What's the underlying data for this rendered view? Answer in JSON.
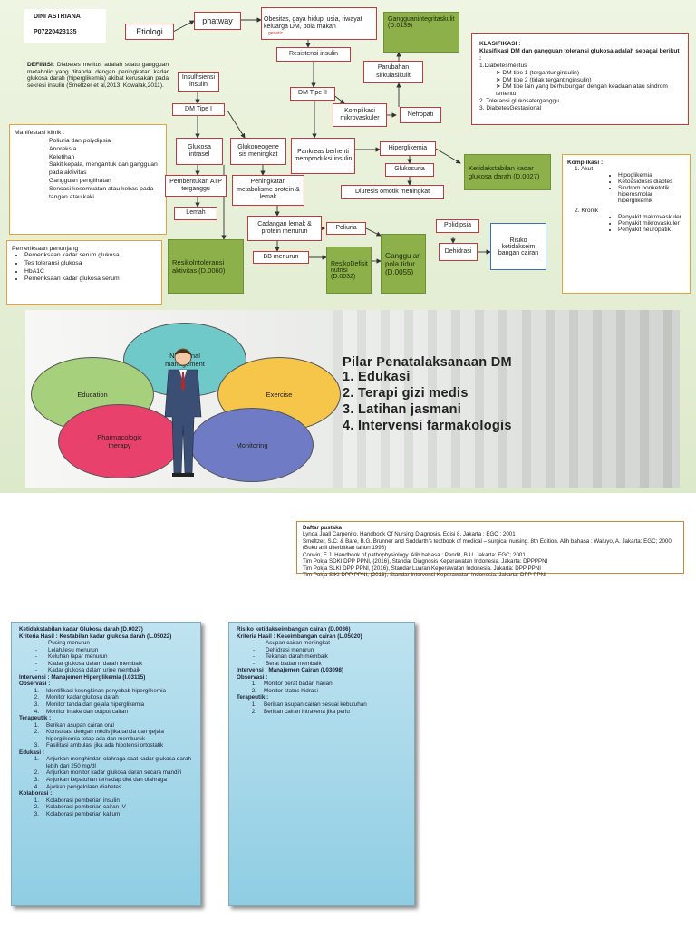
{
  "header": {
    "name": "DINI ASTRIANA",
    "nim": "P07220423135",
    "etiologi": "Etiologi",
    "pathway": "phatway"
  },
  "definisi": {
    "label": "DEFINISI:",
    "text": "Diabetes melitus adalah suatu gangguan metabolic yang ditandai dengan peningkatan kadar glukosa darah (hiperglikemia) akibat kerusakan pada sekresi insulin (Smeltzer et al,2013; Kowalak,2011)."
  },
  "manifestasi": {
    "title": "Manifestasi klinik :",
    "items": [
      "Poliuria dan polydipsia",
      "Anoreksia",
      "Keletihan",
      "Sakit kepala, mengantuk dan gangguan pada aktivitas",
      "Gangguan penglihatan",
      "Sensasi kesemuatan atau kebas pada tangan atau kaki"
    ]
  },
  "penunjang": {
    "title": "Pemeriksaan penunjang",
    "items": [
      "Pemeriksaan kadar serum glukosa",
      "Tes toleransi glukosa",
      "HbA1C",
      "Pemeriksaan kadar glukosa serum"
    ]
  },
  "nodes": {
    "obesitas": "Obesitas, gaya hidup, usia, riwayat keluarga DM, pola makan",
    "genetic": "genetic",
    "resistensi": "Resistensi insulin",
    "dm2": "DM Tipe II",
    "insufisiensi": "Insulfisiensi insulin",
    "dm1": "DM Tipe I",
    "glukosa_intrasel": "Glukosa intrasel",
    "glukoneogenesis": "Glukoneogene sis meningkat",
    "pankreas": "Pankreas berhenti memproduksi insulin",
    "hiperglikemia": "Hiperglikemia",
    "glukosuria": "Glukosuria",
    "diuresis": "Diuresis omotik meningkat",
    "pembentukan_atp": "Pembentukan ATP terganggu",
    "lemah": "Lemah",
    "peningkatan_metabolisme": "Peningkatan metabolisme protein & lemak",
    "cadangan": "Cadangan lemak & protein menurun",
    "poliuria": "Poliuria",
    "polidipsia": "Polidipsia",
    "bb_menurun": "BB menurun",
    "dehidrasi": "Dehidrasi",
    "komplikasi_mikro": "Komplikasi mikrovaskuler",
    "nefropati": "Nefropati",
    "perubahan_sirkulasi": "Parubahan sirkulasikulit",
    "gangguan_integritas": "Gangguanintegritaskulit (D.0139)",
    "ketidakstabilan": "Ketidakstabilan kadar glukosa darah (D.0027)",
    "intoleransi": "Resikolntoleransi aktivitas (D.0060)",
    "resiko_defisit": "ResikoDefisit nutrisi (D.0032)",
    "gangguan_pola_tidur": "Ganggu an pola tidur (D.0055)",
    "risiko_cairan": "Risiko ketidakseim bangan cairan"
  },
  "klasifikasi": {
    "title": "KLASIFIKASI :",
    "subtitle": "Klasifikasi DM dan gangguan toleransi glukosa adalah sebagai berikut :",
    "item1": "1.Diabetesmelitus",
    "subs": [
      "DM tipe 1 (tergantunginsulin)",
      "DM tipe 2 (tidak tergantinginsulin)",
      "DM tipe lain yang berhubungan dengan keadaan atau sindrom tertentu"
    ],
    "item2": "2. Toleransi glukosaterganggu",
    "item3": "3. DiabetesGestasional"
  },
  "komplikasi": {
    "title": "Komplikasi :",
    "akut_label": "1.   Akut",
    "akut": [
      "Hipoglikemia",
      "Ketoasidosis diabtes",
      "Sindrom nonketotik hiperosmolar hiperglikemik"
    ],
    "kronik_label": "2.   Kronik",
    "kronik": [
      "Penyakit makrovaskuler",
      "Penyakit mikrovaskuler",
      "Penyakit neuropatik"
    ]
  },
  "pilar": {
    "title": "Pilar Penatalaksanaan DM",
    "items": [
      "1. Edukasi",
      "2. Terapi gizi medis",
      "3. Latihan jasmani",
      "4. Intervensi farmakologis"
    ],
    "circles": {
      "nutritional": "Nutritional management",
      "education": "Education",
      "exercise": "Exercise",
      "pharmacologic": "Pharmacologic therapy",
      "monitoring": "Monitoring"
    },
    "colors": {
      "nutritional": "#6fc9c9",
      "education": "#a6d07c",
      "exercise": "#f6c64a",
      "pharmacologic": "#e8416b",
      "monitoring": "#6f7bc4"
    }
  },
  "daftar": {
    "title": "Daftar pustaka",
    "lines": [
      "Lynda Juall Carpenito. Handbook Of Nursing Diagnosis. Edisi 8. Jakarta : EGC ; 2001",
      "Smeltzer, S.C. & Bare, B.G. Brunner and Suddarth's textbook of medical – surgical nursing. 8th Edition. Alih bahasa : Waluyo, A. Jakarta: EGC; 2000 (Buku asli diterbitkan tahun 1996)",
      "Corwin, E.J. Handbook of pathophysiology. Alih bahasa : Pendit, B.U. Jakarta: EGC; 2001",
      "Tim Pokja SDKI DPP PPNI, (2016), Standar Diagnosis Keperawatan Indonesia. Jakarta: DPPPPNI",
      "Tim Pokja SLKI DPP PPNI, (2016), Standar Luaran Keperawatan Indonesia. Jakarta: DPP PPNI",
      "Tim Pokja SIKI DPP PPNI, (2016), Standar Intervensi Keperawatan Indonesia. Jakarta: DPP PPNI"
    ]
  },
  "panel1": {
    "title": "Ketidakstabilan kadar Glukosa darah (D.0027)",
    "kriteria": "Kriteria Hasil : Kestabilan kadar glukosa darah (L.05022)",
    "kriteria_items": [
      "Pusing menurun",
      "Lelah/lesu menurun",
      "Keluhan lapar menurun",
      "Kadar glukosa dalam darah membaik",
      "Kadar glukosa dalam urine membaik"
    ],
    "intervensi": "Intervensi : Manajemen Hiperglikemia (I.03115)",
    "observasi": "Observasi :",
    "observasi_items": [
      "Identifikasi keungkinan penyebab hiperglikemia",
      "Monitor kadar glukosa darah",
      "Monitor tanda dan gejala hiperglikemia",
      "Monitor intake dan output cairan"
    ],
    "terapeutik": "Terapeutik :",
    "terapeutik_items": [
      "Berikan asupan cairan oral",
      "Konsultasi dengan medis jika tanda dan gejala hiperglikemia tetap ada dan memburuk",
      "Fasilitasi ambulasi jika ada hipotensi ortostatik"
    ],
    "edukasi": "Edukasi :",
    "edukasi_items": [
      "Anjurkan menghindari olahraga saat kadar glukosa darah lebih dari 250 mg/dl",
      "Anjurkan monitor kadar glukosa darah secara mandiri",
      "Anjurkan kepatuhan terhadap diet dan olahraga",
      "Ajarkan pengelolaan diabetes"
    ],
    "kolaborasi": "Kolaborasi :",
    "kolaborasi_items": [
      "Kolaborasi pemberian insulin",
      "Kolaborasi pemberian cairan IV",
      "Kolaborasi pemberian kalium"
    ]
  },
  "panel2": {
    "title": "Risiko ketidakseimbangan cairan (D.0036)",
    "kriteria": "Kriteria Hasil : Keseimbangan cairan (L.05020)",
    "kriteria_items": [
      "Asupan cairan meningkat",
      "Dehidrasi menurun",
      "Tekanan darah membaik",
      "Berat badan membaik"
    ],
    "intervensi": "Intervensi : Manajemen Cairan (I.03098)",
    "observasi": "Observasi :",
    "observasi_items": [
      "Monitor berat badan harian",
      "Monitor status hidrasi"
    ],
    "terapeutik": "Terapeutik :",
    "terapeutik_items": [
      "Berikan asupan cairan sesuai kebutuhan",
      "Berikan cairan intravena jika perlu"
    ]
  }
}
